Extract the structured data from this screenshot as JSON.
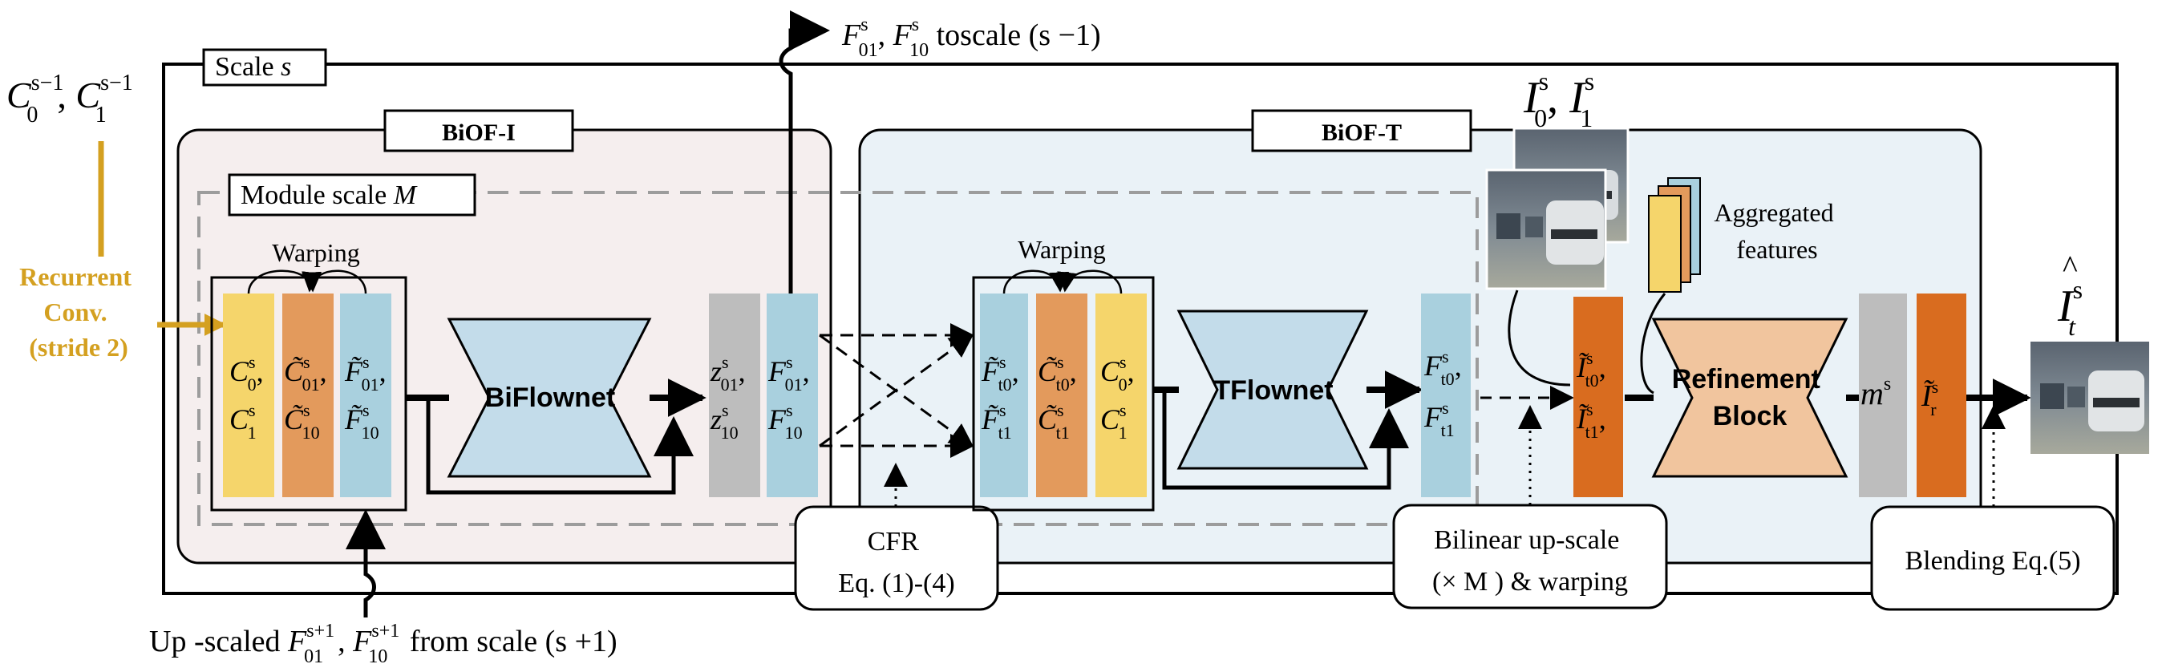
{
  "colors": {
    "yellow": "#F5D56B",
    "orange": "#E39A5C",
    "blue": "#A9D0DE",
    "gray": "#BDBDBD",
    "dark_orange": "#D96C1F",
    "gold_text": "#D4A020",
    "biofi_bg": "#F5EEEE",
    "bioft_bg": "#EAF2F7",
    "network": "#C3DCEA",
    "refine": "#F1C59E"
  },
  "top_inputs": {
    "c0": "C",
    "c0_sup": "s−1",
    "c0_sub": "0",
    "c1": "C",
    "c1_sup": "s−1",
    "c1_sub": "1"
  },
  "scale_label": {
    "prefix": "Scale ",
    "var": "s"
  },
  "top_output": {
    "f01": "F",
    "f01_sub": "01",
    "f01_sup": "s",
    "f10": "F",
    "f10_sub": "10",
    "f10_sup": "s",
    "suffix": " toscale (s −1)"
  },
  "biofi_title": "BiOF-I",
  "bioft_title": "BiOF-T",
  "module_scale": {
    "prefix": "Module scale ",
    "var": "M"
  },
  "recurrent": {
    "line1": "Recurrent",
    "line2": "Conv.",
    "line3": "(stride 2)"
  },
  "warping1": "Warping",
  "warping2": "Warping",
  "biflownet": "BiFlownet",
  "tflownet": "TFlownet",
  "refinement": {
    "line1": "Refinement",
    "line2": "Block"
  },
  "aggregated": {
    "line1": "Aggregated",
    "line2": "features"
  },
  "input_frames": {
    "i0": "I",
    "i0_sub": "0",
    "i0_sup": "s",
    "i1": "I",
    "i1_sub": "1",
    "i1_sup": "s"
  },
  "output_frame": {
    "base": "I",
    "sub": "t",
    "sup": "s",
    "accent": "^"
  },
  "mask": {
    "base": "m",
    "sup": "s"
  },
  "cfr": {
    "line1": "CFR",
    "line2": "Eq. (1)-(4)"
  },
  "bilinear": {
    "line1": "Bilinear up-scale",
    "line2": "(× M ) & warping"
  },
  "blending": "Blending Eq.(5)",
  "bottom_input": {
    "prefix": "Up -scaled ",
    "f01": "F",
    "f01_sub": "01",
    "f01_sup": "s+1",
    "f10": "F",
    "f10_sub": "10",
    "f10_sup": "s+1",
    "suffix": " from scale (s +1)"
  }
}
